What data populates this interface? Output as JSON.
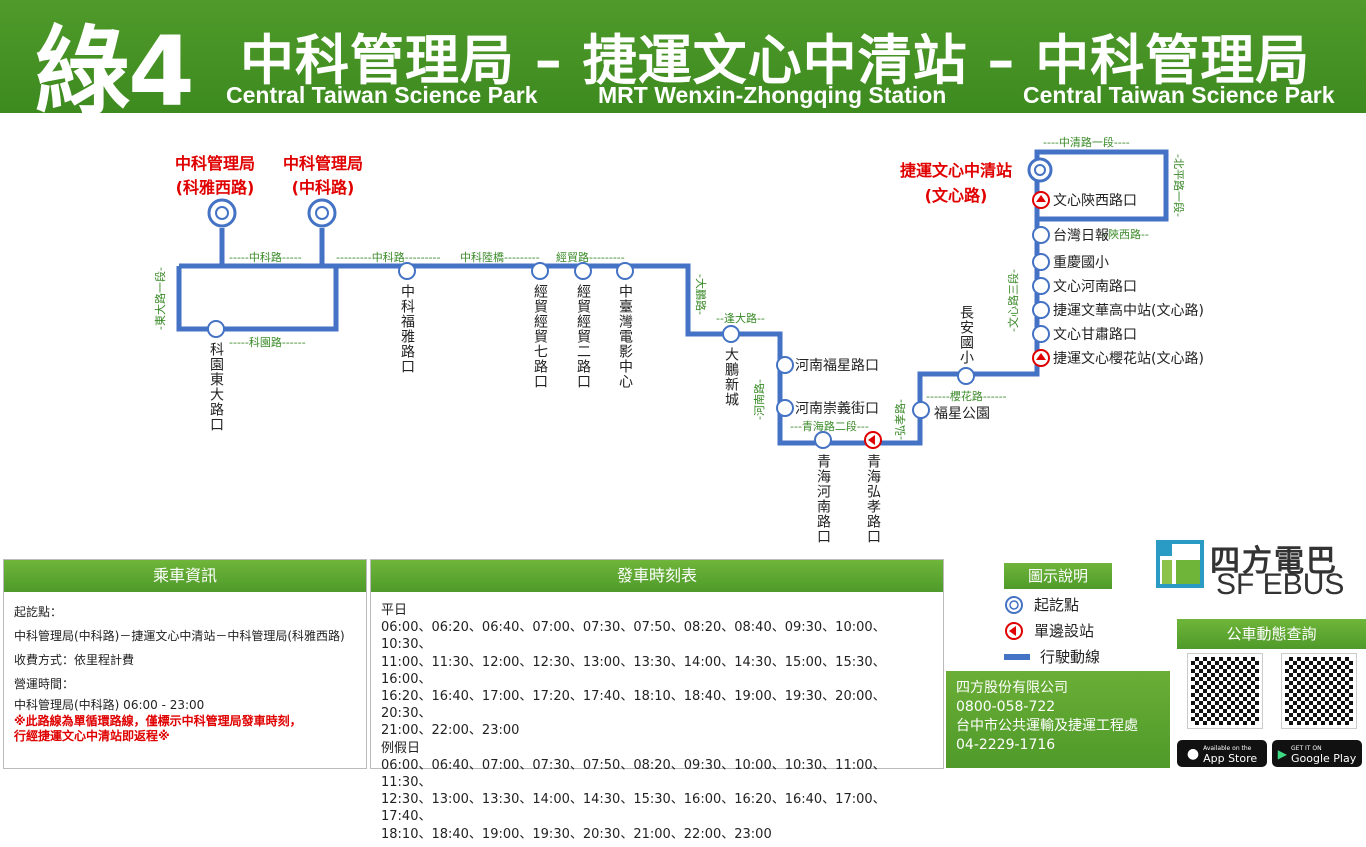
{
  "header": {
    "route_no": "綠4",
    "title_zh": "中科管理局 – 捷運文心中清站 – 中科管理局",
    "en_left": "Central Taiwan Science Park",
    "en_mid": "MRT Wenxin-Zhongqing Station",
    "en_right": "Central Taiwan Science Park"
  },
  "map": {
    "terminals": [
      {
        "name": "中科管理局",
        "sub": "(科雅西路)"
      },
      {
        "name": "中科管理局",
        "sub": "(中科路)"
      },
      {
        "name": "捷運文心中清站",
        "sub": "(文心路)"
      }
    ],
    "roads": {
      "zhongke1": "-----中科路-----",
      "zhongke2": "---------中科路---------",
      "zhongke_luqiao": "中科陸橋---------",
      "jingmao": "經貿路---------",
      "keyuan": "-----科園路------",
      "dongda": "-東大路一段-",
      "dapeng": "-大鵬路-",
      "fengda": "--逢大路--",
      "henan": "-河南路-",
      "qinghai": "---青海路二段---",
      "hongxiao": "-弘孝路-",
      "yinghua": "------櫻花路------",
      "wenxin3": "-文心路三段-",
      "shanxi": "--陝西路--",
      "zhongqing1": "----中清路一段----",
      "beiping1": "-北平路一段-"
    },
    "stops": [
      "科園東大路口",
      "中科福雅路口",
      "經貿經貿七路口",
      "經貿經貿二路口",
      "中臺灣電影中心",
      "大鵬新城",
      "河南福星路口",
      "河南崇義街口",
      "青海河南路口",
      "青海弘孝路口",
      "福星公園",
      "長安國小",
      "捷運文心櫻花站(文心路)",
      "文心甘肅路口",
      "捷運文華高中站(文心路)",
      "文心河南路口",
      "重慶國小",
      "台灣日報",
      "文心陝西路口"
    ]
  },
  "info": {
    "title": "乘車資訊",
    "start_label": "起訖點：",
    "start_value": "中科管理局(中科路)－捷運文心中清站－中科管理局(科雅西路)",
    "fare": "收費方式：依里程計費",
    "hours_label": "營運時間：",
    "hours_value": "中科管理局(中科路) 06:00 - 23:00",
    "note1": "※此路線為單循環路線，僅標示中科管理局發車時刻，",
    "note2": "行經捷運文心中清站即返程※"
  },
  "schedule": {
    "title": "發車時刻表",
    "weekday_label": "平日",
    "weekday_lines": [
      "06:00、06:20、06:40、07:00、07:30、07:50、08:20、08:40、09:30、10:00、10:30、",
      "11:00、11:30、12:00、12:30、13:00、13:30、14:00、14:30、15:00、15:30、16:00、",
      "16:20、16:40、17:00、17:20、17:40、18:10、18:40、19:00、19:30、20:00、20:30、",
      "21:00、22:00、23:00"
    ],
    "holiday_label": "例假日",
    "holiday_lines": [
      "06:00、06:40、07:00、07:30、07:50、08:20、09:30、10:00、10:30、11:00、11:30、",
      "12:30、13:00、13:30、14:00、14:30、15:30、16:00、16:20、16:40、17:00、17:40、",
      "18:10、18:40、19:00、19:30、20:30、21:00、22:00、23:00"
    ]
  },
  "legend": {
    "title": "圖示說明",
    "terminal": "起訖點",
    "oneway": "單邊設站",
    "route": "行駛動線"
  },
  "company": {
    "name": "四方股份有限公司",
    "phone": "0800-058-722",
    "dept": "台中市公共運輸及捷運工程處",
    "dept_phone": "04-2229-1716"
  },
  "brand": {
    "zh": "四方電巴",
    "en": "SF EBUS"
  },
  "query": {
    "title": "公車動態查詢",
    "appstore_small": "Available on the",
    "appstore": "App Store",
    "gplay_small": "GET IT ON",
    "gplay": "Google Play"
  },
  "colors": {
    "route": "#4472c4",
    "green": "#4f9a2a",
    "red": "#e00000",
    "road": "#3a8a28"
  }
}
